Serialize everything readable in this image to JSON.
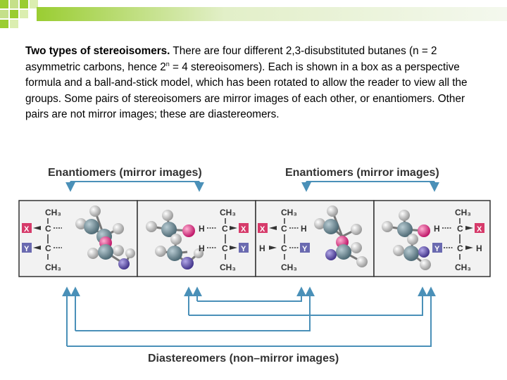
{
  "caption": {
    "bold": "Two types of stereoisomers.",
    "before_sup": "There are four different 2,3-disubstituted butanes (n = 2 asymmetric carbons, hence 2",
    "sup": "n",
    "after_sup": " = 4 stereoisomers). Each is shown in a box as a perspective formula and a ball-and-stick model, which has been rotated to allow the reader to view all the groups. Some pairs of stereoisomers are mirror images of each other, or enantiomers. Other pairs are not mirror images; these are diastereomers."
  },
  "figure": {
    "enantiomers_left_label": "Enantiomers (mirror images)",
    "enantiomers_right_label": "Enantiomers (mirror images)",
    "diastereomers_label": "Diastereomers (non–mirror images)",
    "methyl": "CH₃",
    "carbon": "C",
    "hydrogen": "H",
    "x": "X",
    "y": "Y"
  },
  "colors": {
    "arrow": "#4a90b8",
    "box_border": "#333333",
    "x_badge": "#d63a6a",
    "y_badge": "#6a6ab0",
    "panel_bg": "#f2f2f2",
    "carbon_ball": "#6e8a94",
    "hydrogen_ball": "#c8c8c8",
    "x_ball": "#e0468a",
    "y_ball": "#6a5aa8"
  }
}
